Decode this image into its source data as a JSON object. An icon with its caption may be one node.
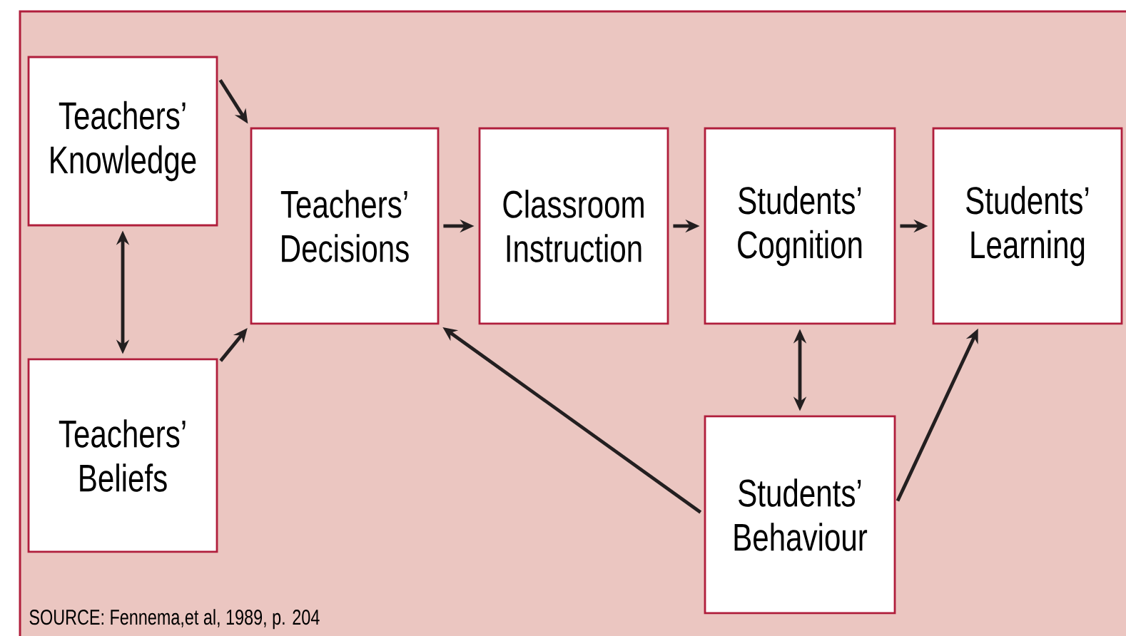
{
  "diagram": {
    "nodes": [
      {
        "text": [
          "Teachers’ Knowledge"
        ]
      },
      {
        "text": [
          "Teachers’ Beliefs"
        ]
      },
      {
        "text": [
          "Teachers’ Decisions"
        ]
      },
      {
        "text": [
          "Classroom Instruction"
        ]
      },
      {
        "text": [
          "Students’ Cognition"
        ]
      },
      {
        "text": [
          "Students’ Learning"
        ]
      },
      {
        "text": [
          "Students’ Behaviour"
        ]
      }
    ],
    "edges": [
      {
        "from": 0,
        "to": 2,
        "arrow": "to"
      },
      {
        "from": 0,
        "to": 1,
        "arrow": "both"
      },
      {
        "from": 1,
        "to": 2,
        "arrow": "to"
      },
      {
        "from": 2,
        "to": 3,
        "arrow": "to"
      },
      {
        "from": 3,
        "to": 4,
        "arrow": "to"
      },
      {
        "from": 4,
        "to": 5,
        "arrow": "to"
      },
      {
        "from": 4,
        "to": 6,
        "arrow": "both"
      },
      {
        "from": 6,
        "to": 2,
        "arrow": "to"
      },
      {
        "from": 6,
        "to": 5,
        "arrow": "to"
      }
    ],
    "labels": [
      "SOURCE: Fennema,et al, 1989, p. 204"
    ]
  }
}
